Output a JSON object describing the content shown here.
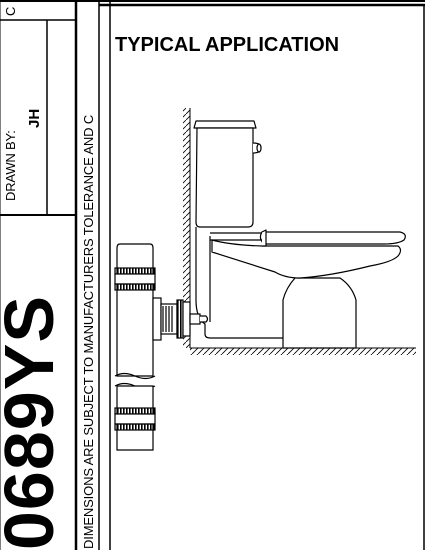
{
  "title_block": {
    "part_number": "0689YS",
    "drawn_by_label": "DRAWN BY:",
    "drawn_by_value": "JH",
    "edge_fragment": "C"
  },
  "disclaimer": "DIMENSIONS ARE SUBJECT TO MANUFACTURERS TOLERANCE AND C",
  "application": {
    "title": "TYPICAL APPLICATION"
  },
  "drawing_icons": [
    "toilet-icon",
    "pipe-connector-icon",
    "wall-hatch-icon",
    "floor-hatch-icon"
  ]
}
